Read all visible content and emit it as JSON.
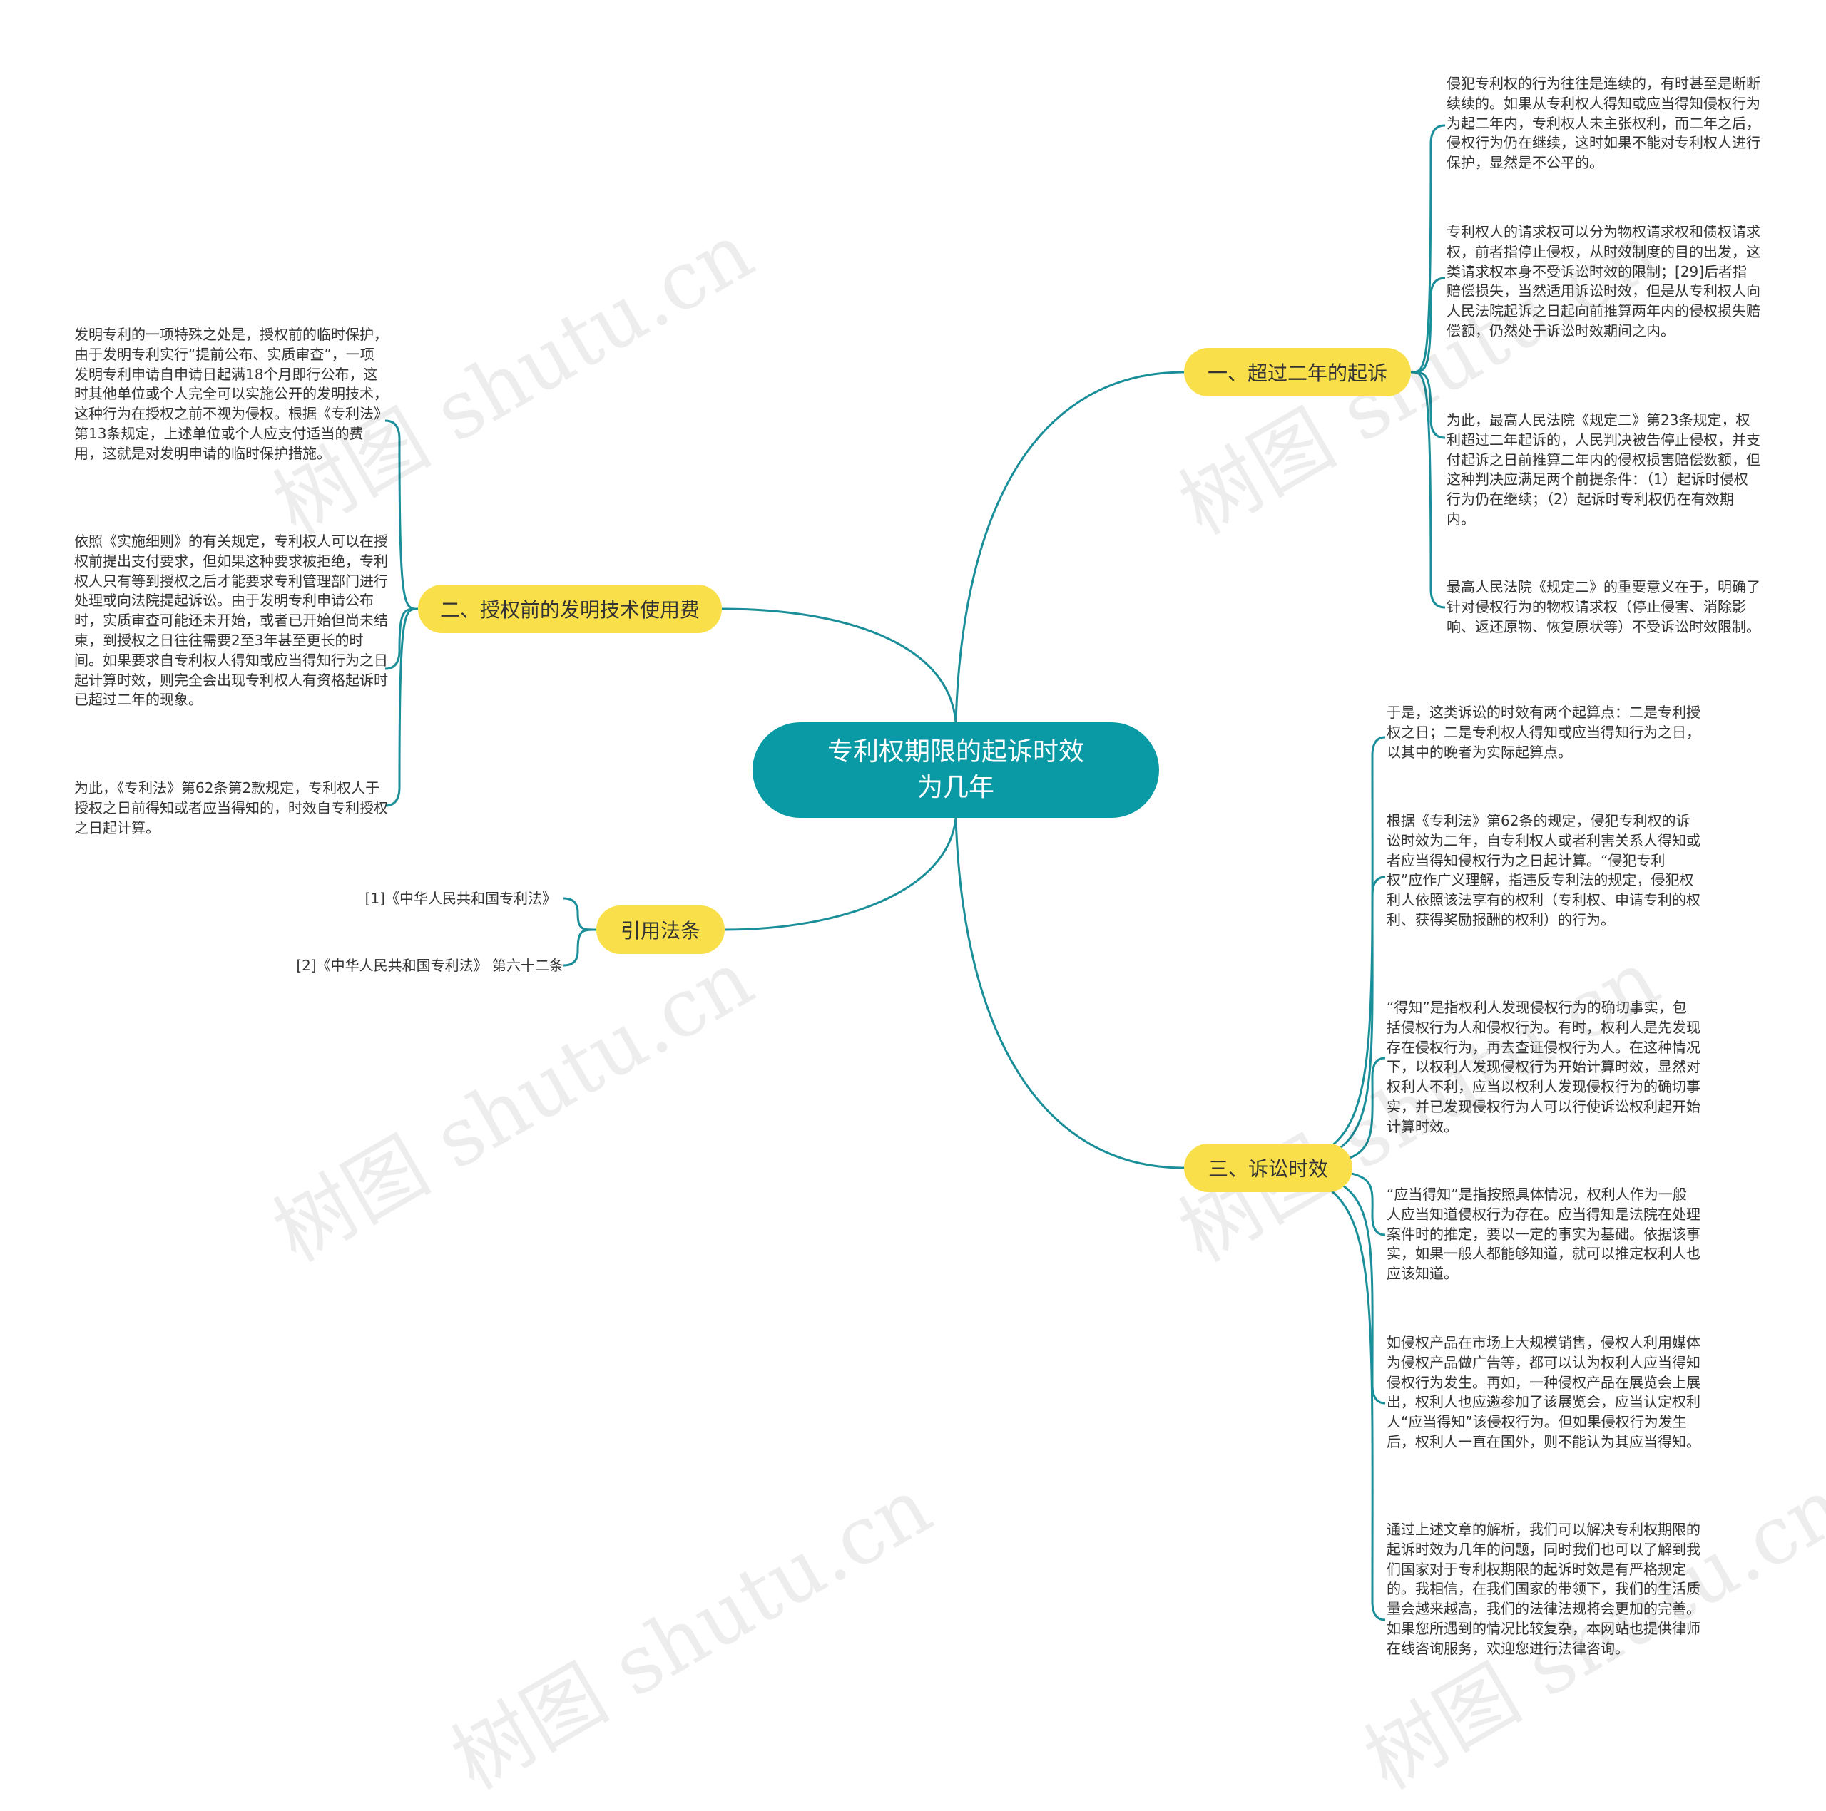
{
  "root": {
    "title": "专利权期限的起诉时效为几年"
  },
  "branches": {
    "b1": {
      "label": "一、超过二年的起诉",
      "leaves": [
        "侵犯专利权的行为往往是连续的，有时甚至是断断续续的。如果从专利权人得知或应当得知侵权行为为起二年内，专利权人未主张权利，而二年之后，侵权行为仍在继续，这时如果不能对专利权人进行保护，显然是不公平的。",
        "专利权人的请求权可以分为物权请求权和债权请求权，前者指停止侵权，从时效制度的目的出发，这类请求权本身不受诉讼时效的限制；[29]后者指赔偿损失，当然适用诉讼时效，但是从专利权人向人民法院起诉之日起向前推算两年内的侵权损失赔偿额，仍然处于诉讼时效期间之内。",
        "为此，最高人民法院《规定二》第23条规定，权利超过二年起诉的，人民判决被告停止侵权，并支付起诉之日前推算二年内的侵权损害赔偿数额，但这种判决应满足两个前提条件：（1）起诉时侵权行为仍在继续；（2）起诉时专利权仍在有效期内。",
        "最高人民法院《规定二》的重要意义在于，明确了针对侵权行为的物权请求权（停止侵害、消除影响、返还原物、恢复原状等）不受诉讼时效限制。"
      ]
    },
    "b2": {
      "label": "二、授权前的发明技术使用费",
      "leaves": [
        "发明专利的一项特殊之处是，授权前的临时保护，由于发明专利实行“提前公布、实质审查”，一项发明专利申请自申请日起满18个月即行公布，这时其他单位或个人完全可以实施公开的发明技术，这种行为在授权之前不视为侵权。根据《专利法》第13条规定，上述单位或个人应支付适当的费用，这就是对发明申请的临时保护措施。",
        "依照《实施细则》的有关规定，专利权人可以在授权前提出支付要求，但如果这种要求被拒绝，专利权人只有等到授权之后才能要求专利管理部门进行处理或向法院提起诉讼。由于发明专利申请公布时，实质审查可能还未开始，或者已开始但尚未结束，到授权之日往往需要2至3年甚至更长的时间。如果要求自专利权人得知或应当得知行为之日起计算时效，则完全会出现专利权人有资格起诉时已超过二年的现象。",
        "为此，《专利法》第62条第2款规定，专利权人于授权之日前得知或者应当得知的，时效自专利授权之日起计算。"
      ]
    },
    "b3": {
      "label": "三、诉讼时效",
      "leaves": [
        "于是，这类诉讼的时效有两个起算点：二是专利授权之日；二是专利权人得知或应当得知行为之日，以其中的晚者为实际起算点。",
        "根据《专利法》第62条的规定，侵犯专利权的诉讼时效为二年，自专利权人或者利害关系人得知或者应当得知侵权行为之日起计算。“侵犯专利权”应作广义理解，指违反专利法的规定，侵犯权利人依照该法享有的权利（专利权、申请专利的权利、获得奖励报酬的权利）的行为。",
        "“得知”是指权利人发现侵权行为的确切事实，包括侵权行为人和侵权行为。有时，权利人是先发现存在侵权行为，再去查证侵权行为人。在这种情况下，以权利人发现侵权行为开始计算时效，显然对权利人不利，应当以权利人发现侵权行为的确切事实，并已发现侵权行为人可以行使诉讼权利起开始计算时效。",
        "“应当得知”是指按照具体情况，权利人作为一般人应当知道侵权行为存在。应当得知是法院在处理案件时的推定，要以一定的事实为基础。依据该事实，如果一般人都能够知道，就可以推定权利人也应该知道。",
        "如侵权产品在市场上大规模销售，侵权人利用媒体为侵权产品做广告等，都可以认为权利人应当得知侵权行为发生。再如，一种侵权产品在展览会上展出，权利人也应邀参加了该展览会，应当认定权利人“应当得知”该侵权行为。但如果侵权行为发生后，权利人一直在国外，则不能认为其应当得知。",
        "通过上述文章的解析，我们可以解决专利权期限的起诉时效为几年的问题，同时我们也可以了解到我们国家对于专利权期限的起诉时效是有严格规定的。我相信，在我们国家的带领下，我们的生活质量会越来越高，我们的法律法规将会更加的完善。如果您所遇到的情况比较复杂，本网站也提供律师在线咨询服务，欢迎您进行法律咨询。"
      ]
    },
    "b4": {
      "label": "引用法条",
      "leaves": [
        "[1]《中华人民共和国专利法》",
        "[2]《中华人民共和国专利法》 第六十二条"
      ]
    }
  },
  "watermark": {
    "text": "树图 shutu.cn"
  },
  "colors": {
    "root": "#0a9aa5",
    "branch": "#f9e04b",
    "line": "#1a8f99",
    "text": "#333333"
  }
}
